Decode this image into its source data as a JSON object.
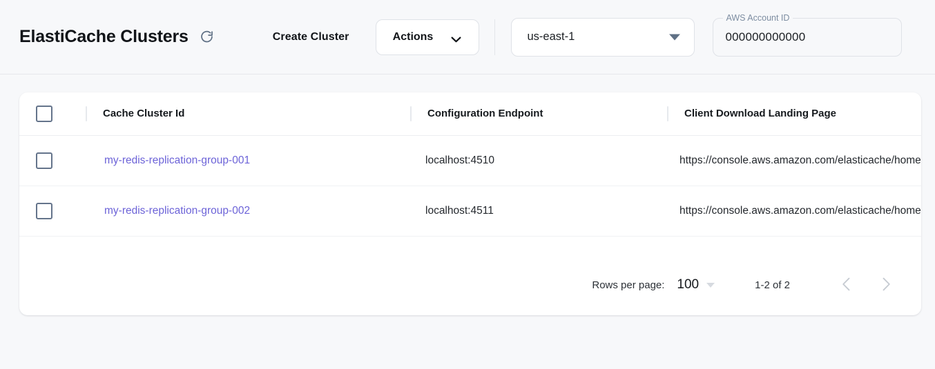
{
  "header": {
    "title": "ElastiCache Clusters",
    "refresh_icon": "refresh-icon",
    "create_cluster_label": "Create Cluster",
    "actions_label": "Actions",
    "actions_caret_icon": "chevron-down-icon",
    "region": {
      "value": "us-east-1",
      "caret_icon": "triangle-down-icon"
    },
    "account": {
      "label": "AWS Account ID",
      "value": "000000000000"
    }
  },
  "table": {
    "columns": [
      {
        "key": "select",
        "label": ""
      },
      {
        "key": "cluster_id",
        "label": "Cache Cluster Id"
      },
      {
        "key": "config_endpoint",
        "label": "Configuration Endpoint"
      },
      {
        "key": "landing_page",
        "label": "Client Download Landing Page"
      }
    ],
    "rows": [
      {
        "cluster_id": "my-redis-replication-group-001",
        "config_endpoint": "localhost:4510",
        "landing_page": "https://console.aws.amazon.com/elasticache/home"
      },
      {
        "cluster_id": "my-redis-replication-group-002",
        "config_endpoint": "localhost:4511",
        "landing_page": "https://console.aws.amazon.com/elasticache/home"
      }
    ]
  },
  "pagination": {
    "rows_per_page_label": "Rows per page:",
    "rows_per_page_value": "100",
    "range_label": "1-2 of 2",
    "prev_icon": "chevron-left-icon",
    "next_icon": "chevron-right-icon"
  },
  "colors": {
    "page_background": "#f7f8fa",
    "card_background": "#ffffff",
    "link": "#6c63d8",
    "checkbox_border": "#64748b",
    "icon_slate": "#5f7085",
    "nav_disabled": "#c6cbd2"
  }
}
